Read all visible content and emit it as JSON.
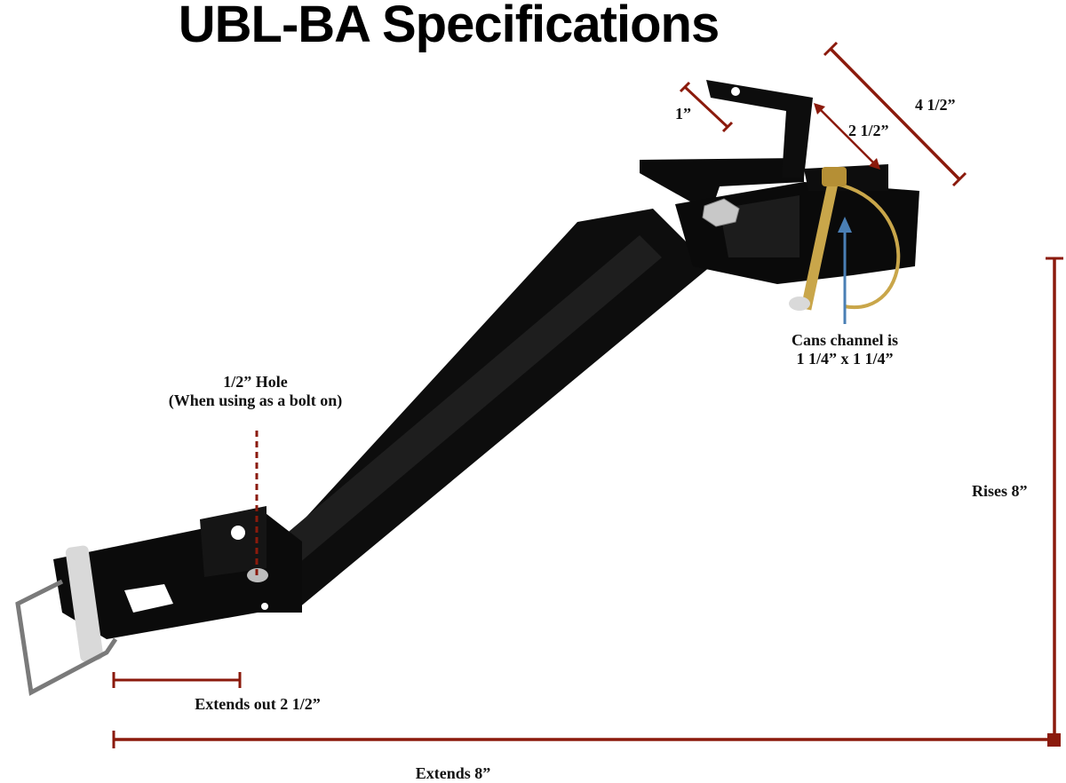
{
  "title": "UBL-BA Specifications",
  "labels": {
    "hole_line1": "1/2” Hole",
    "hole_line2": "(When using as a bolt on)",
    "cans_line1": "Cans channel is",
    "cans_line2": "1 1/4” x 1 1/4”",
    "dim_1": "1”",
    "dim_2_half": "2 1/2”",
    "dim_4_half": "4 1/2”",
    "rises": "Rises 8”",
    "extends_out": "Extends out 2 1/2”",
    "extends": "Extends 8”"
  },
  "colors": {
    "dimension": "#8b1a0c",
    "pointer": "#4a7fb5",
    "bracket": "#111111",
    "pin": "#c9a64a"
  }
}
